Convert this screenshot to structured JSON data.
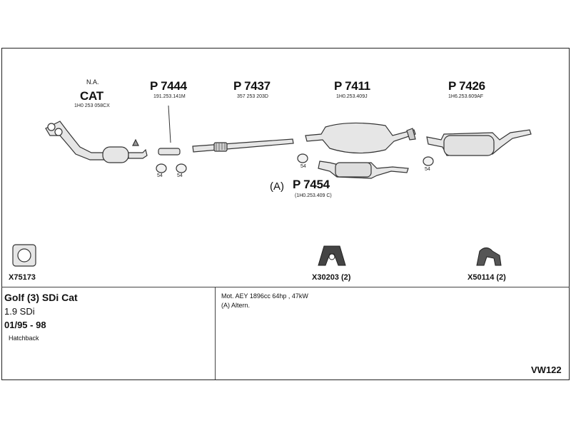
{
  "header": {
    "cat": {
      "note": "N.A.",
      "code": "CAT",
      "ref": "1H0 253 058CX"
    },
    "p7444": {
      "code": "P 7444",
      "ref": "191.253.141M"
    },
    "p7437": {
      "code": "P 7437",
      "ref": "357 253 203D"
    },
    "p7411": {
      "code": "P 7411",
      "ref": "1H0.253.409J"
    },
    "p7426": {
      "code": "P 7426",
      "ref": "1H6.253.609AF"
    },
    "p7454": {
      "prefix": "(A)",
      "code": "P 7454",
      "ref": "(1H0.253.409 C)"
    }
  },
  "clamps": {
    "label": "54"
  },
  "accessories": [
    {
      "code": "X75173"
    },
    {
      "code": "X30203 (2)"
    },
    {
      "code": "X50114 (2)"
    }
  ],
  "vehicle": {
    "model": "Golf (3) SDi Cat",
    "engine": "1.9 SDi",
    "years": "01/95 - 98",
    "body": "Hatchback"
  },
  "notes": {
    "line1": "Mot. AEY 1896cc 64hp , 47kW",
    "line2": "(A) Altern."
  },
  "diagram_id": "VW122"
}
